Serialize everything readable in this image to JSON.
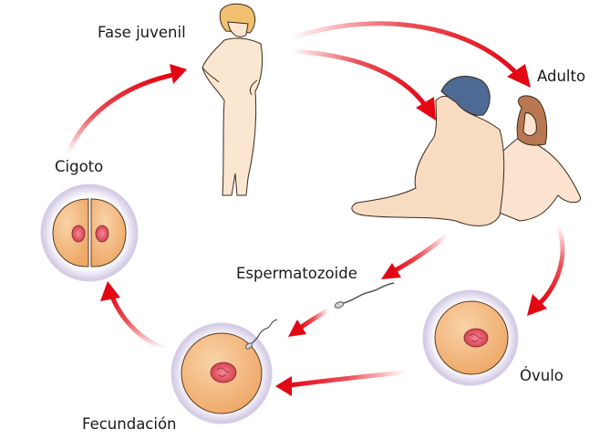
{
  "diagram": {
    "title": "Ciclo de vida humano",
    "labels": {
      "juvenile": "Fase juvenil",
      "adult": "Adulto",
      "zygote": "Cigoto",
      "sperm": "Espermatozoide",
      "ovum": "Óvulo",
      "fertilization": "Fecundación"
    },
    "stages": [
      "Fase juvenil",
      "Adulto",
      "Óvulo",
      "Espermatozoide",
      "Fecundación",
      "Cigoto"
    ],
    "colors": {
      "arrow": "#e30613",
      "skin": "#fbe3cf",
      "cell_cytoplasm": "#f2b47c",
      "zona_pellucida": "#e6e0f0",
      "nucleus": "#e2566a",
      "hair_male": "#4e6a94",
      "hair_female": "#b77852",
      "hair_child": "#f1c070"
    }
  }
}
